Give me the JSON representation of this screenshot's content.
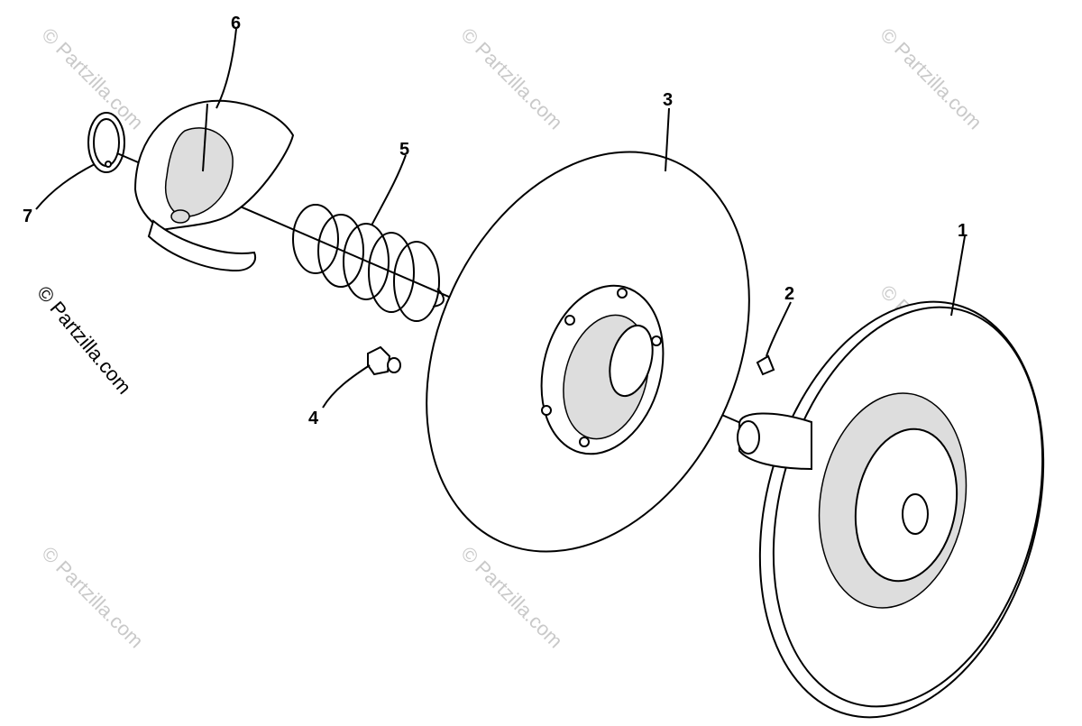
{
  "watermark": {
    "side_text": "© Partzilla.com",
    "tile_text": "© Partzilla.com"
  },
  "callouts": [
    {
      "number": "1"
    },
    {
      "number": "2"
    },
    {
      "number": "3"
    },
    {
      "number": "4"
    },
    {
      "number": "5"
    },
    {
      "number": "6"
    },
    {
      "number": "7"
    }
  ]
}
